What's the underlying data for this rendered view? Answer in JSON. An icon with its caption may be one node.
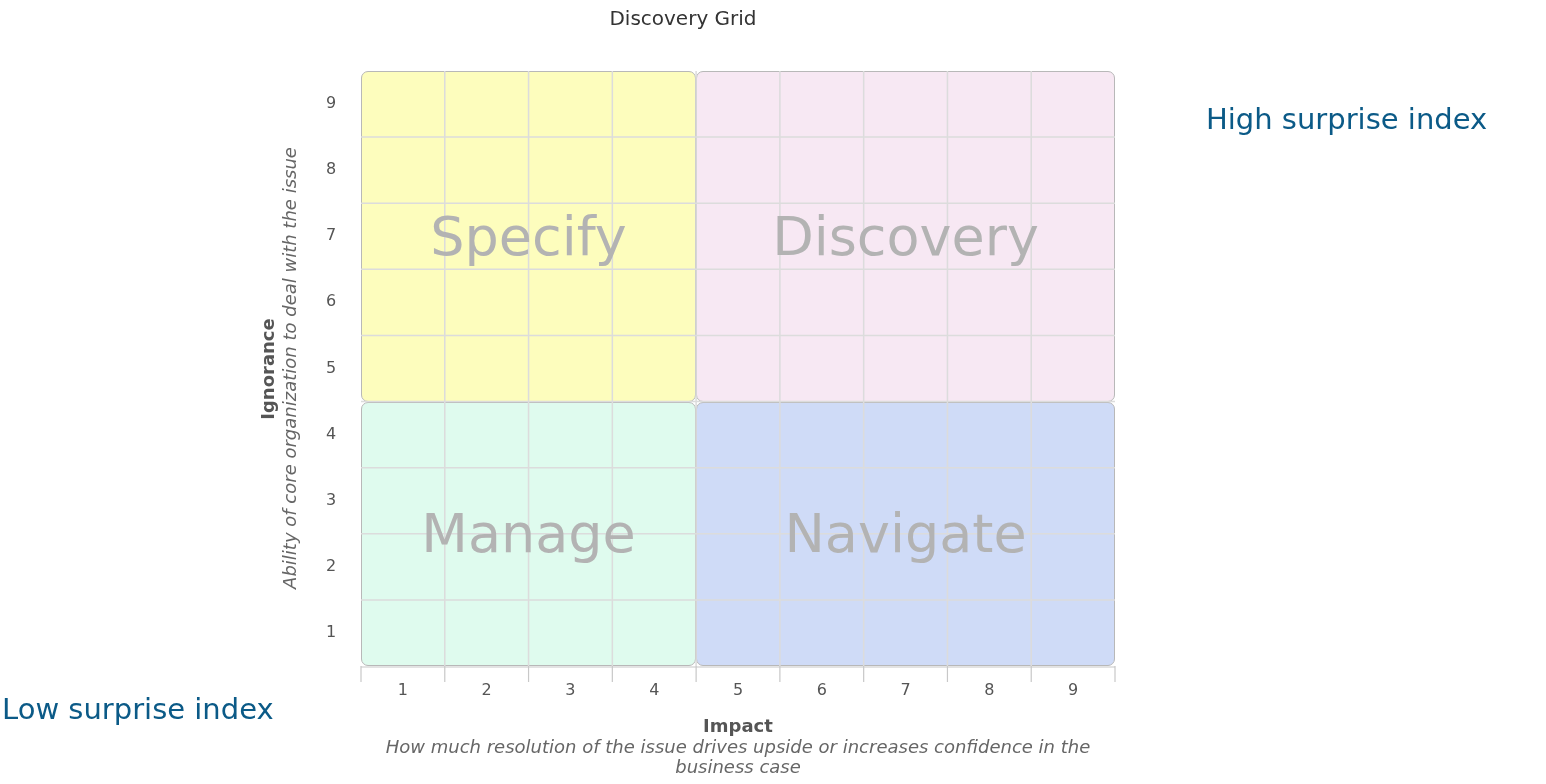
{
  "diagram": {
    "title": "Discovery Grid",
    "nodes": [
      {
        "text": [
          "Specify"
        ]
      },
      {
        "text": [
          "Discovery"
        ]
      },
      {
        "text": [
          "Manage"
        ]
      },
      {
        "text": [
          "Navigate"
        ]
      }
    ],
    "edges": [],
    "labels": [
      "High surprise index",
      "9",
      "8",
      "7",
      "6",
      "5",
      "4",
      "3",
      "2",
      "1",
      "Ignorance",
      "Ability of core organization to deal with the issue",
      "1",
      "2",
      "3",
      "4",
      "5",
      "6",
      "7",
      "8",
      "9",
      "Low surprise index",
      "Impact",
      "How much resolution of the issue drives upside or increases confidence in the business case"
    ]
  }
}
